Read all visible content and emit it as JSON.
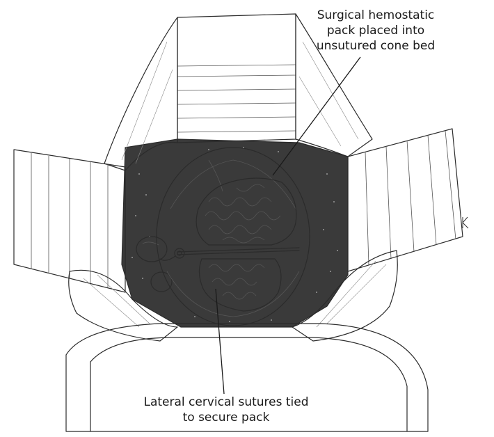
{
  "annotations": {
    "top": {
      "lines": [
        "Surgical hemostatic",
        "pack placed into",
        "unsutured cone bed"
      ]
    },
    "bottom": {
      "lines": [
        "Lateral cervical sutures tied",
        "to secure pack"
      ]
    },
    "signature_mark": "K"
  }
}
